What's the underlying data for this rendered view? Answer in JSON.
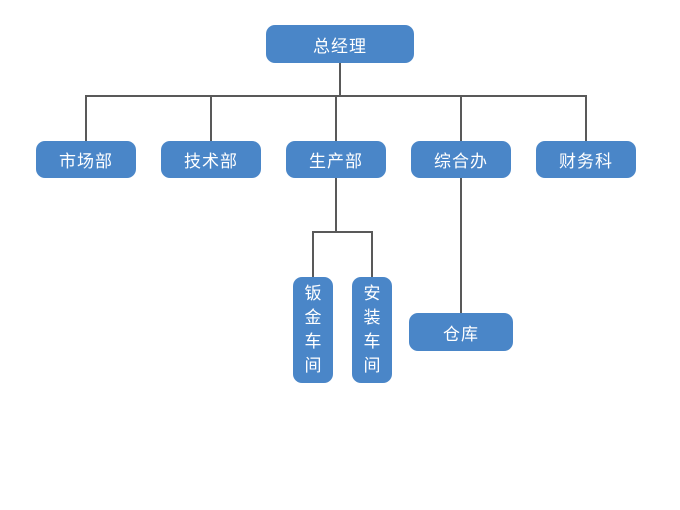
{
  "diagram": {
    "type": "org-chart",
    "root": {
      "label": "总经理"
    },
    "level2": [
      {
        "label": "市场部"
      },
      {
        "label": "技术部"
      },
      {
        "label": "生产部"
      },
      {
        "label": "综合办"
      },
      {
        "label": "财务科"
      }
    ],
    "production_children": [
      {
        "label": "钣金车间",
        "vertical": true
      },
      {
        "label": "安装车间",
        "vertical": true
      }
    ],
    "general_office_children": [
      {
        "label": "仓库"
      }
    ],
    "colors": {
      "node_fill": "#4A86C8",
      "node_text": "#FFFFFF",
      "connector": "#595959",
      "background": "#FFFFFF"
    }
  }
}
